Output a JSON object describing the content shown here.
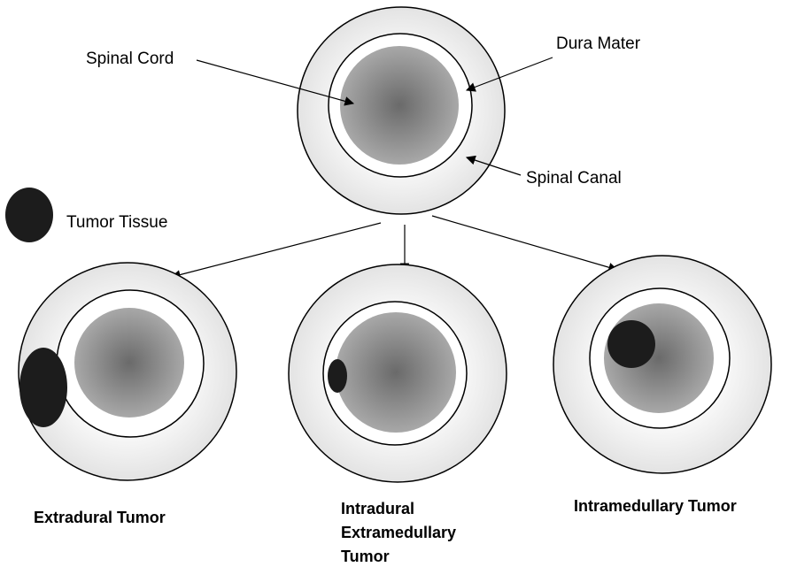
{
  "labels": {
    "spinal_cord": "Spinal Cord",
    "dura_mater": "Dura Mater",
    "spinal_canal": "Spinal Canal",
    "tumor_tissue": "Tumor Tissue"
  },
  "captions": {
    "extradural": "Extradural Tumor",
    "intradural_line1": "Intradural",
    "intradural_line2": "Extramedullary",
    "intradural_line3": "Tumor",
    "intramedullary": "Intramedullary Tumor"
  },
  "colors": {
    "canal_edge": "#e6e6e6",
    "canal_center": "#ffffff",
    "cord_edge": "#a6a6a6",
    "cord_center": "#6b6b6b",
    "tumor": "#1c1c1c",
    "outline": "#000000"
  }
}
